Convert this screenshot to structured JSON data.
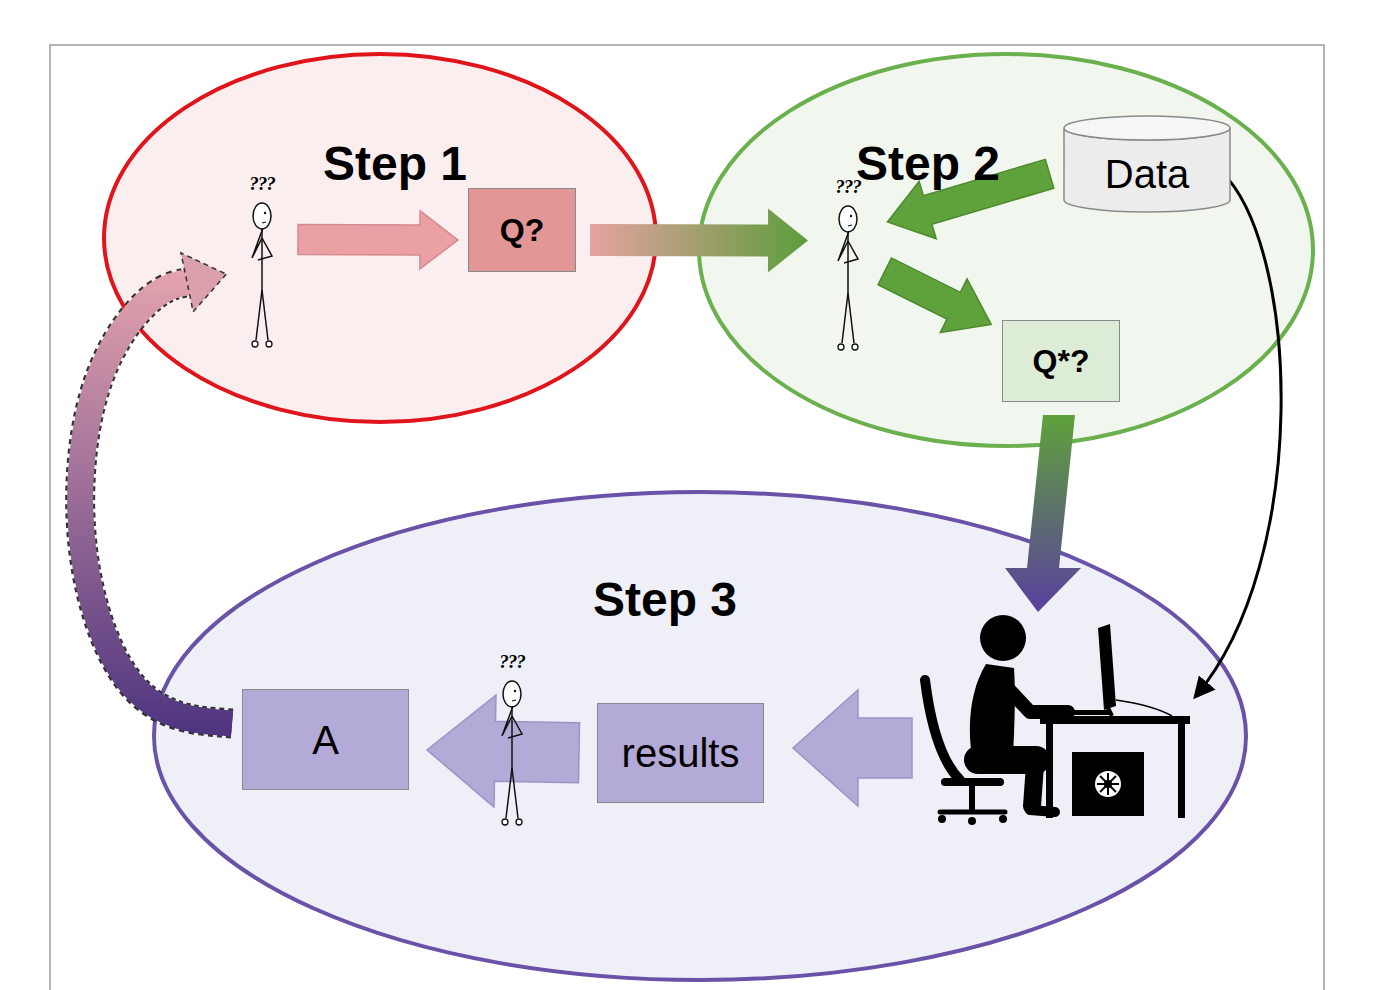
{
  "diagram": {
    "nodes": [
      {
        "text": [
          "Step 1"
        ]
      },
      {
        "text": [
          "???"
        ],
        "in": 0
      },
      {
        "text": [
          "Q?"
        ],
        "in": 0
      },
      {
        "text": [
          "Step 2"
        ]
      },
      {
        "text": [
          "???"
        ],
        "in": 3
      },
      {
        "text": [
          "Data"
        ],
        "in": 3
      },
      {
        "text": [
          "Q*?"
        ],
        "in": 3
      },
      {
        "text": [
          "Step 3"
        ]
      },
      {
        "text": [
          "A"
        ],
        "in": 7
      },
      {
        "text": [
          "???"
        ],
        "in": 7
      },
      {
        "text": [
          "results"
        ],
        "in": 7
      }
    ],
    "edges": [
      {
        "from": 1,
        "to": 2,
        "arrow": "to"
      },
      {
        "from": 2,
        "to": 4,
        "arrow": "to"
      },
      {
        "from": 5,
        "to": 4,
        "arrow": "to"
      },
      {
        "from": 4,
        "to": 6,
        "arrow": "to"
      },
      {
        "from": 10,
        "to": 8,
        "arrow": "to"
      },
      {
        "from": 8,
        "to": 1,
        "arrow": "to"
      }
    ]
  }
}
